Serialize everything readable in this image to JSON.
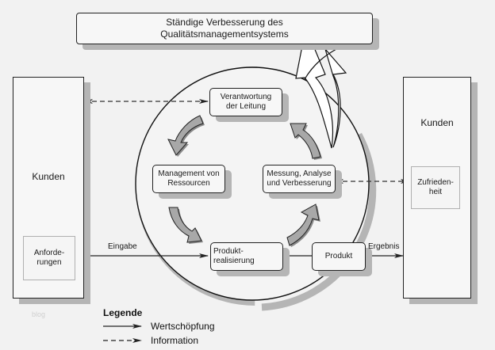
{
  "title": {
    "line1": "Ständige Verbesserung des",
    "line2": "Qualitätsmanagementsystems"
  },
  "left_customer": {
    "label": "Kunden",
    "requirement": {
      "line1": "Anforde-",
      "line2": "rungen"
    }
  },
  "right_customer": {
    "label": "Kunden",
    "satisfaction": {
      "line1": "Zufrieden-",
      "line2": "heit"
    }
  },
  "processes": {
    "management": {
      "line1": "Verantwortung",
      "line2": "der Leitung"
    },
    "resources": {
      "line1": "Management von",
      "line2": "Ressourcen"
    },
    "measurement": {
      "line1": "Messung, Analyse",
      "line2": "und Verbesserung"
    },
    "realization": {
      "line1": "Produkt-",
      "line2": "realisierung"
    }
  },
  "product": {
    "label": "Produkt"
  },
  "flows": {
    "input_label": "Eingabe",
    "output_label": "Ergebnis"
  },
  "legend": {
    "title": "Legende",
    "items": [
      {
        "label": "Wertschöpfung",
        "style": "solid"
      },
      {
        "label": "Information",
        "style": "dashed"
      }
    ]
  },
  "watermark": "blog",
  "colors": {
    "background": "#f2f2f2",
    "box_fill": "#f7f7f7",
    "shadow": "#b5b5b5",
    "cycle_arrow_fill": "#a8a8a8",
    "stroke": "#222222"
  }
}
